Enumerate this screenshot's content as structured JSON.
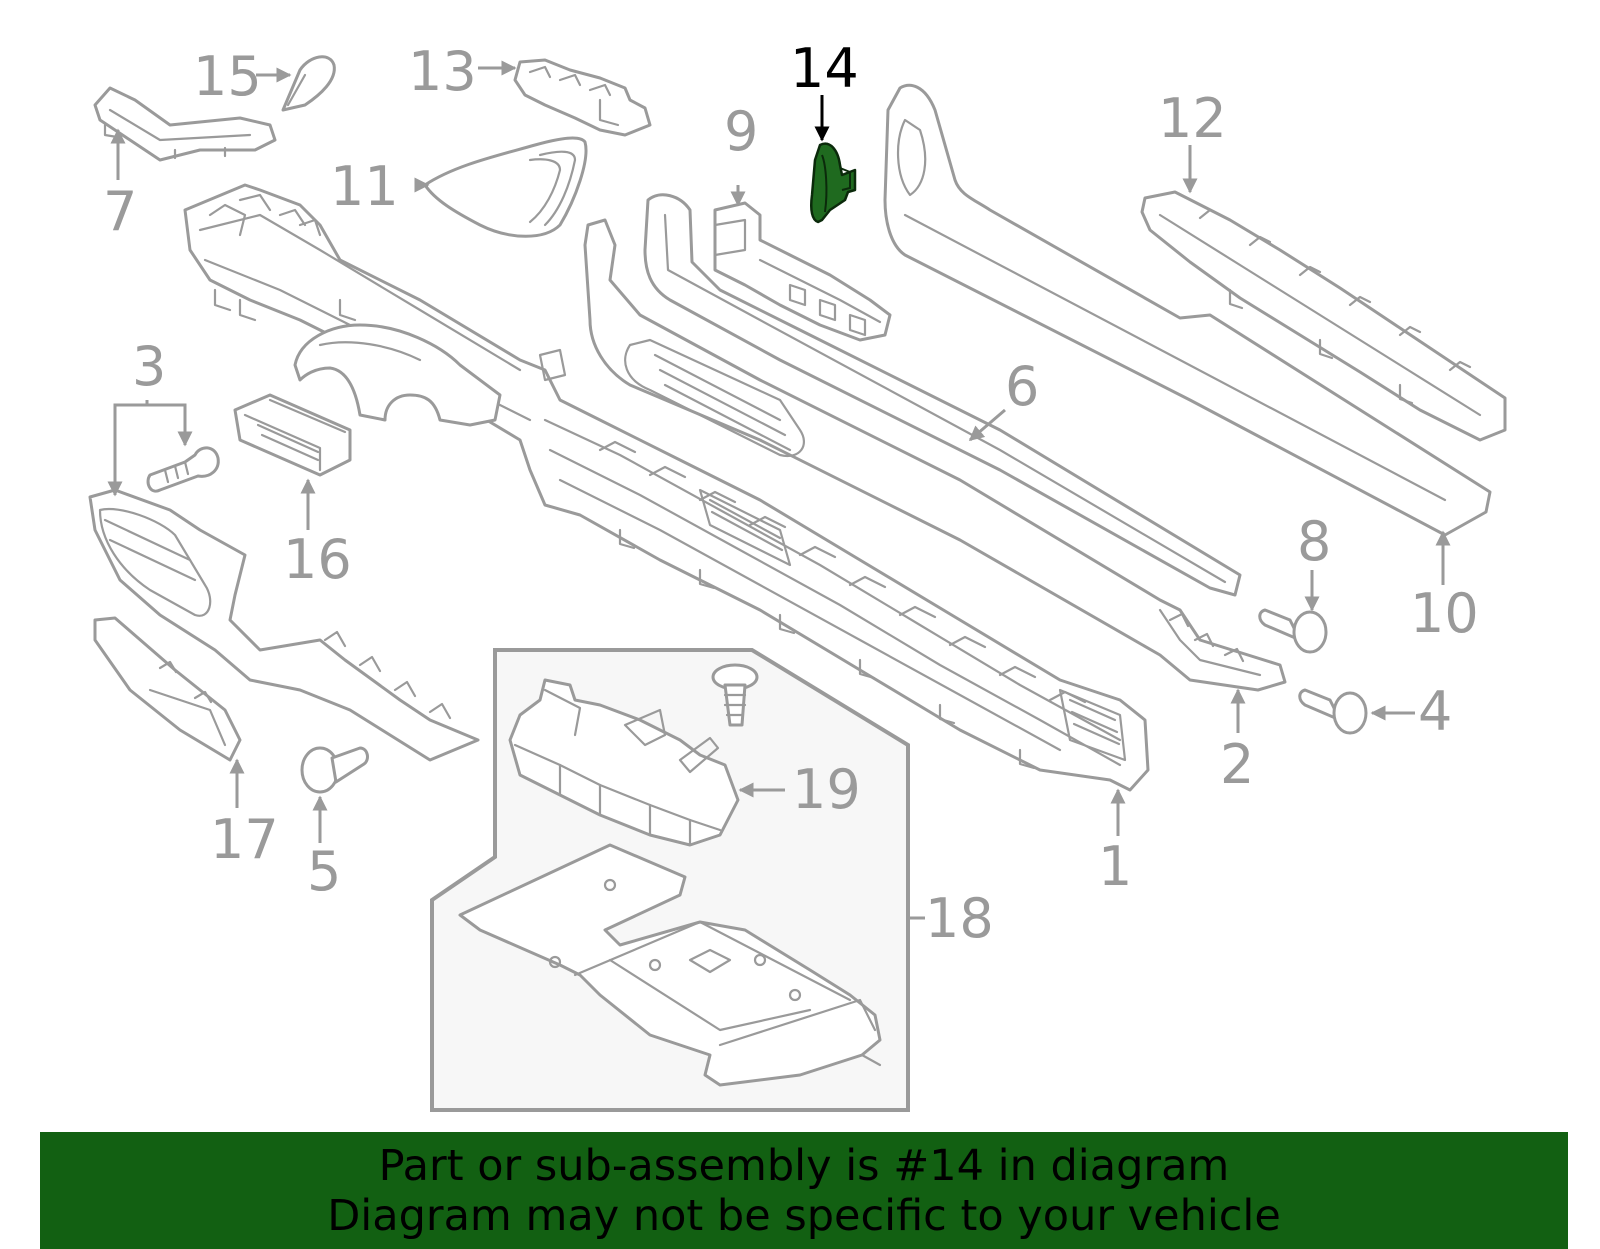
{
  "diagram": {
    "callouts": {
      "c1": "1",
      "c2": "2",
      "c3": "3",
      "c4": "4",
      "c5": "5",
      "c6": "6",
      "c7": "7",
      "c8": "8",
      "c9": "9",
      "c10": "10",
      "c11": "11",
      "c12": "12",
      "c13": "13",
      "c14": "14",
      "c15": "15",
      "c16": "16",
      "c17": "17",
      "c18": "18",
      "c19": "19"
    },
    "highlight_part": "14",
    "colors": {
      "line": "#9a9a9a",
      "highlight_fill": "#1f6a1f",
      "banner_bg": "#126012",
      "inset_bg": "#f7f7f7"
    }
  },
  "banner": {
    "line1": "Part or sub-assembly is #14 in diagram",
    "line2": "Diagram may not be specific to your vehicle"
  }
}
